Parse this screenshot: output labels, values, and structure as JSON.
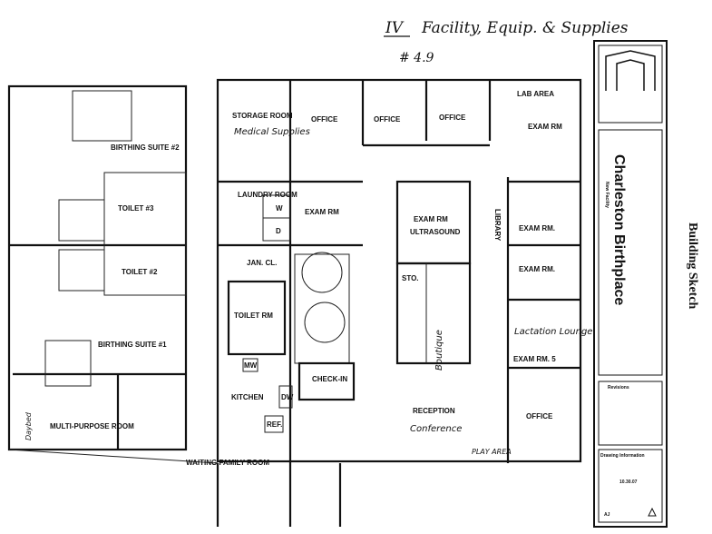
{
  "header": {
    "section": "IV",
    "title": "Facility, Equip. & Supplies",
    "page_ref": "# 4.9"
  },
  "side_label": "Building Sketch",
  "title_block": {
    "project_type": "New Facility",
    "project_name": "Charleston Birthplace",
    "revisions_label": "Revisions",
    "drawing_info_label": "Drawing Information",
    "date": "10.30.07",
    "initials": "AJ"
  },
  "rooms": {
    "storage": "STORAGE ROOM",
    "storage_note": "Medical Supplies",
    "office1": "OFFICE",
    "office2": "OFFICE",
    "office3": "OFFICE",
    "lab": "LAB AREA",
    "exam_top": "EXAM RM",
    "laundry": "LAUNDRY ROOM",
    "washer": "W",
    "dryer": "D",
    "exam_mid": "EXAM RM",
    "exam_ultra": "EXAM RM",
    "ultrasound": "ULTRASOUND",
    "library": "LIBRARY",
    "exam_r1": "EXAM RM.",
    "exam_r2": "EXAM RM.",
    "jan": "JAN. CL.",
    "sto": "STO.",
    "suite2": "BIRTHING SUITE #2",
    "toilet3": "TOILET #3",
    "toilet2": "TOILET #2",
    "toilet_rm": "TOILET RM",
    "boutique": "Boutique",
    "lactation": "Lactation Lounge",
    "exam5": "EXAM RM. 5",
    "suite1": "BIRTHING SUITE #1",
    "checkin": "CHECK-IN",
    "kitchen": "KITCHEN",
    "mw": "MW",
    "dw": "DW",
    "ref": "REF.",
    "reception": "RECEPTION",
    "conference": "Conference",
    "office4": "OFFICE",
    "play": "PLAY AREA",
    "waiting": "WAITING FAMILY ROOM",
    "multi": "MULTI-PURPOSE ROOM",
    "daybed": "Daybed"
  }
}
